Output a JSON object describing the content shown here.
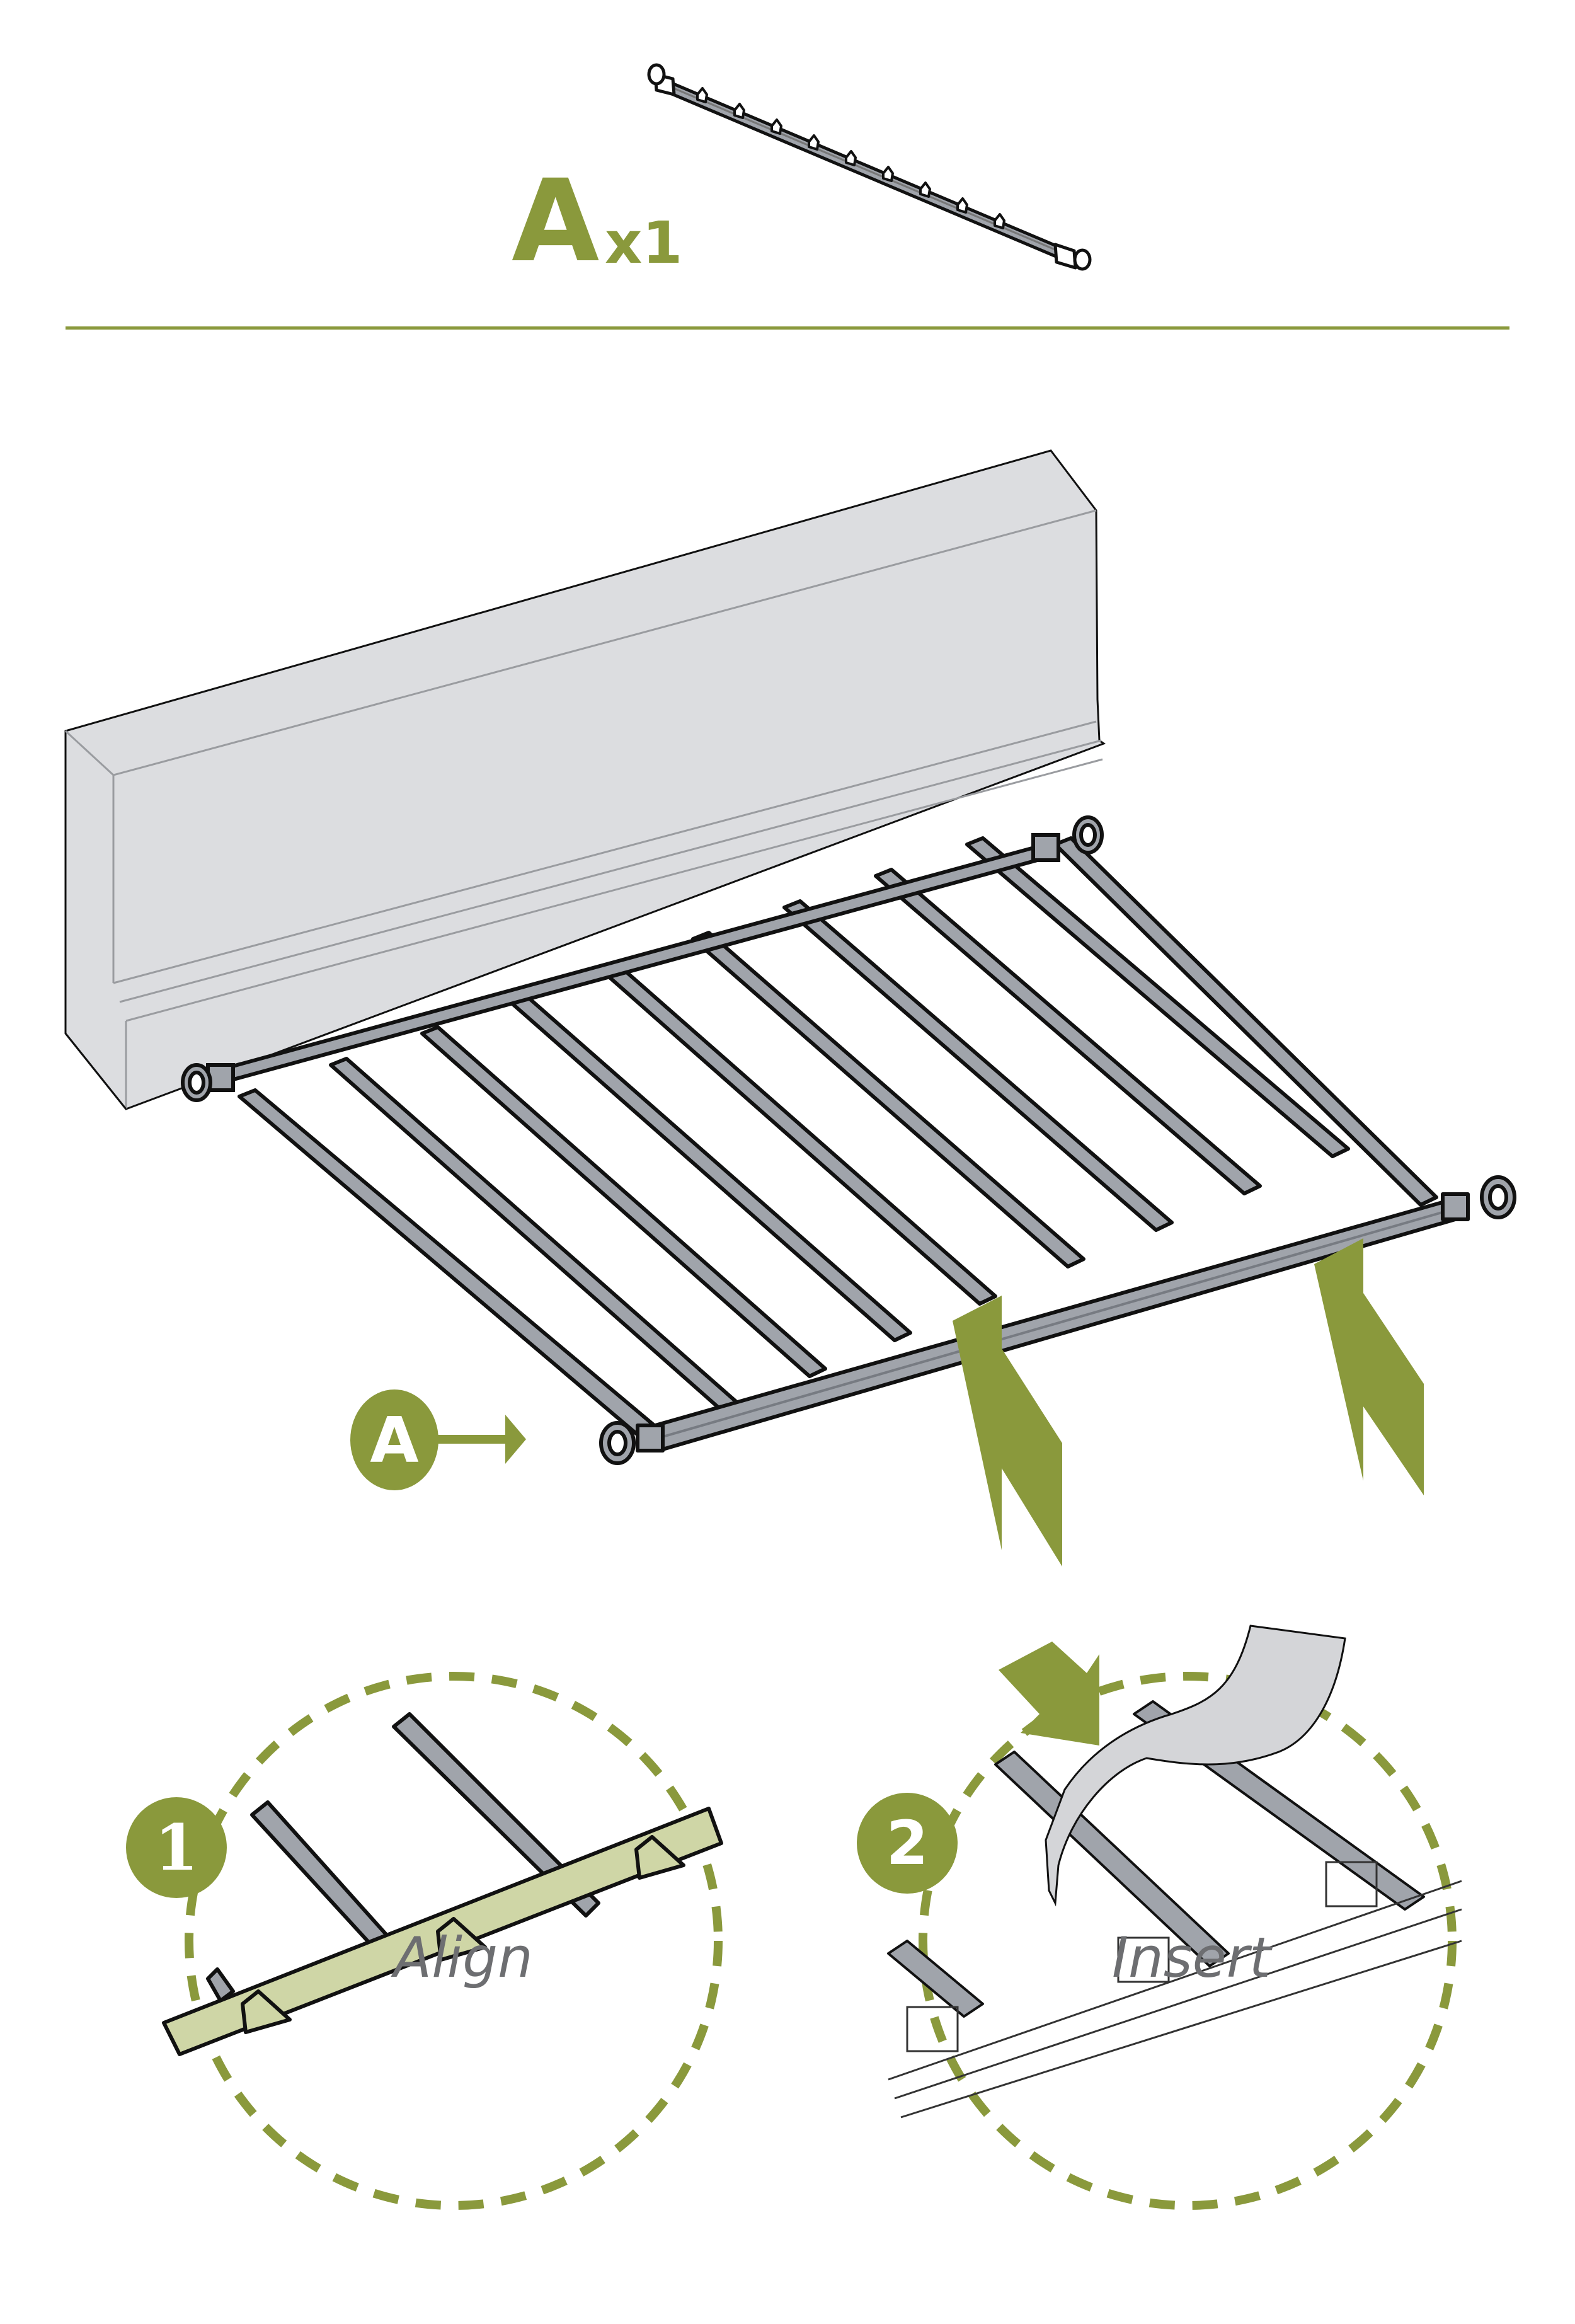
{
  "header": {
    "part_letter": "A",
    "quantity": "x1",
    "part_name": "slat-rail"
  },
  "colors": {
    "accent": "#8a993c",
    "accent_light": "#cfd6a6",
    "metal": "#a0a4ab",
    "metal_dark": "#777b82",
    "headboard": "#dcdde0",
    "headboard_line": "#9a9ca0",
    "hand": "#d4d5d8",
    "caption": "#6d6e71",
    "outline": "#111111",
    "white": "#ffffff"
  },
  "main_figure": {
    "callout_label": "A",
    "slat_count": 10,
    "rail_tab_count": 9,
    "arrow_count": 2
  },
  "steps": [
    {
      "number": "1",
      "caption": "Align"
    },
    {
      "number": "2",
      "caption": "Insert"
    }
  ]
}
